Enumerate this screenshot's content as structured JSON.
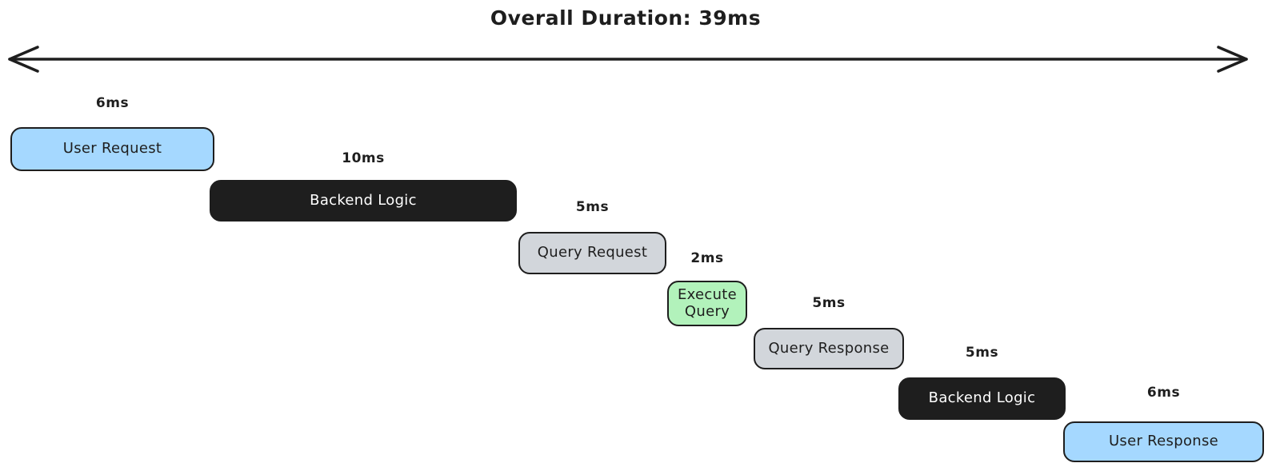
{
  "title": "Overall Duration: 39ms",
  "overall": {
    "duration_label": "39ms",
    "duration_ms": 39
  },
  "colors": {
    "background": "#ffffff",
    "stroke": "#1e1e1e",
    "blue": "#a5d8ff",
    "black": "#1e1e1e",
    "gray": "#d2d6db",
    "green": "#b2f2bb",
    "dark_text": "#1e1e1e",
    "light_text": "#ffffff"
  },
  "timeline_arrow": {
    "description": "double-headed horizontal arrow spanning full duration"
  },
  "bars": [
    {
      "name": "user-request-1",
      "label": "User Request",
      "duration_label": "6ms",
      "duration_ms": 6,
      "fill": "#a5d8ff",
      "text_color": "#1e1e1e"
    },
    {
      "name": "backend-logic-1",
      "label": "Backend Logic",
      "duration_label": "10ms",
      "duration_ms": 10,
      "fill": "#1e1e1e",
      "text_color": "#ffffff"
    },
    {
      "name": "query-request",
      "label": "Query Request",
      "duration_label": "5ms",
      "duration_ms": 5,
      "fill": "#d2d6db",
      "text_color": "#1e1e1e"
    },
    {
      "name": "execute-query",
      "label": "Execute Query",
      "duration_label": "2ms",
      "duration_ms": 2,
      "fill": "#b2f2bb",
      "text_color": "#1e1e1e"
    },
    {
      "name": "query-response",
      "label": "Query Response",
      "duration_label": "5ms",
      "duration_ms": 5,
      "fill": "#d2d6db",
      "text_color": "#1e1e1e"
    },
    {
      "name": "backend-logic-2",
      "label": "Backend Logic",
      "duration_label": "5ms",
      "duration_ms": 5,
      "fill": "#1e1e1e",
      "text_color": "#ffffff"
    },
    {
      "name": "user-response",
      "label": "User Response",
      "duration_label": "6ms",
      "duration_ms": 6,
      "fill": "#a5d8ff",
      "text_color": "#1e1e1e"
    }
  ]
}
